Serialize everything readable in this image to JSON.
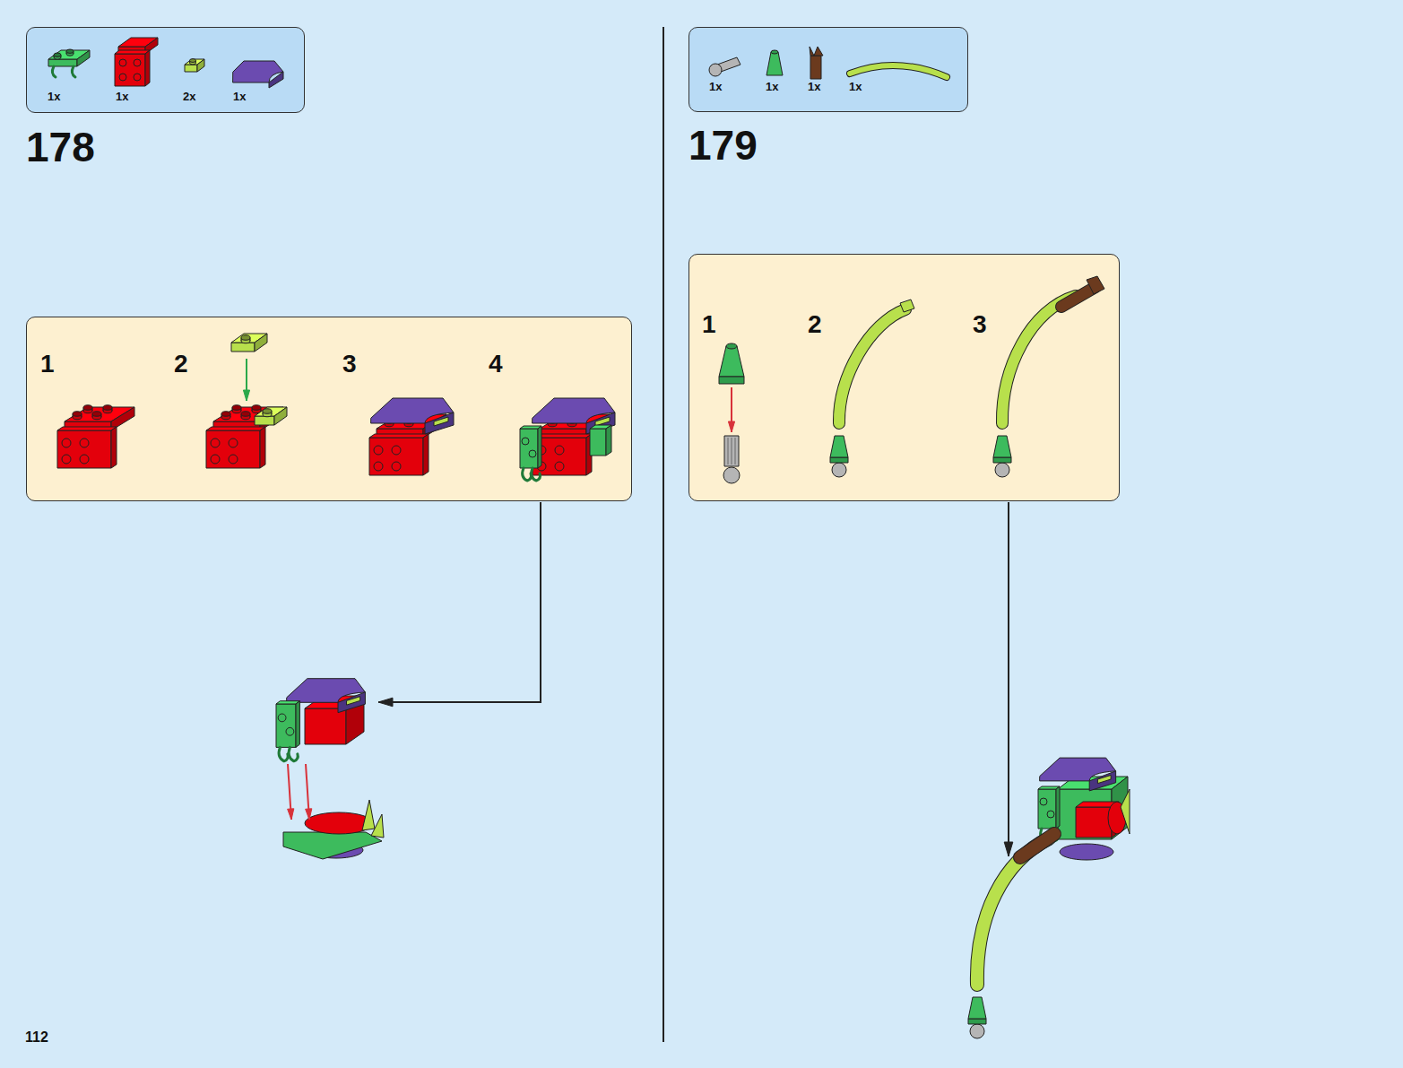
{
  "diagram": {
    "nodes": [
      {
        "text": [
          "1x",
          "1x",
          "2x",
          "1x"
        ]
      },
      {
        "text": [
          "1",
          "2",
          "3",
          "4"
        ]
      },
      {
        "text": [
          "1x",
          "1x",
          "1x",
          "1x"
        ]
      },
      {
        "text": [
          "1",
          "2",
          "3"
        ]
      }
    ],
    "labels": [
      "178",
      "179",
      "112"
    ]
  }
}
